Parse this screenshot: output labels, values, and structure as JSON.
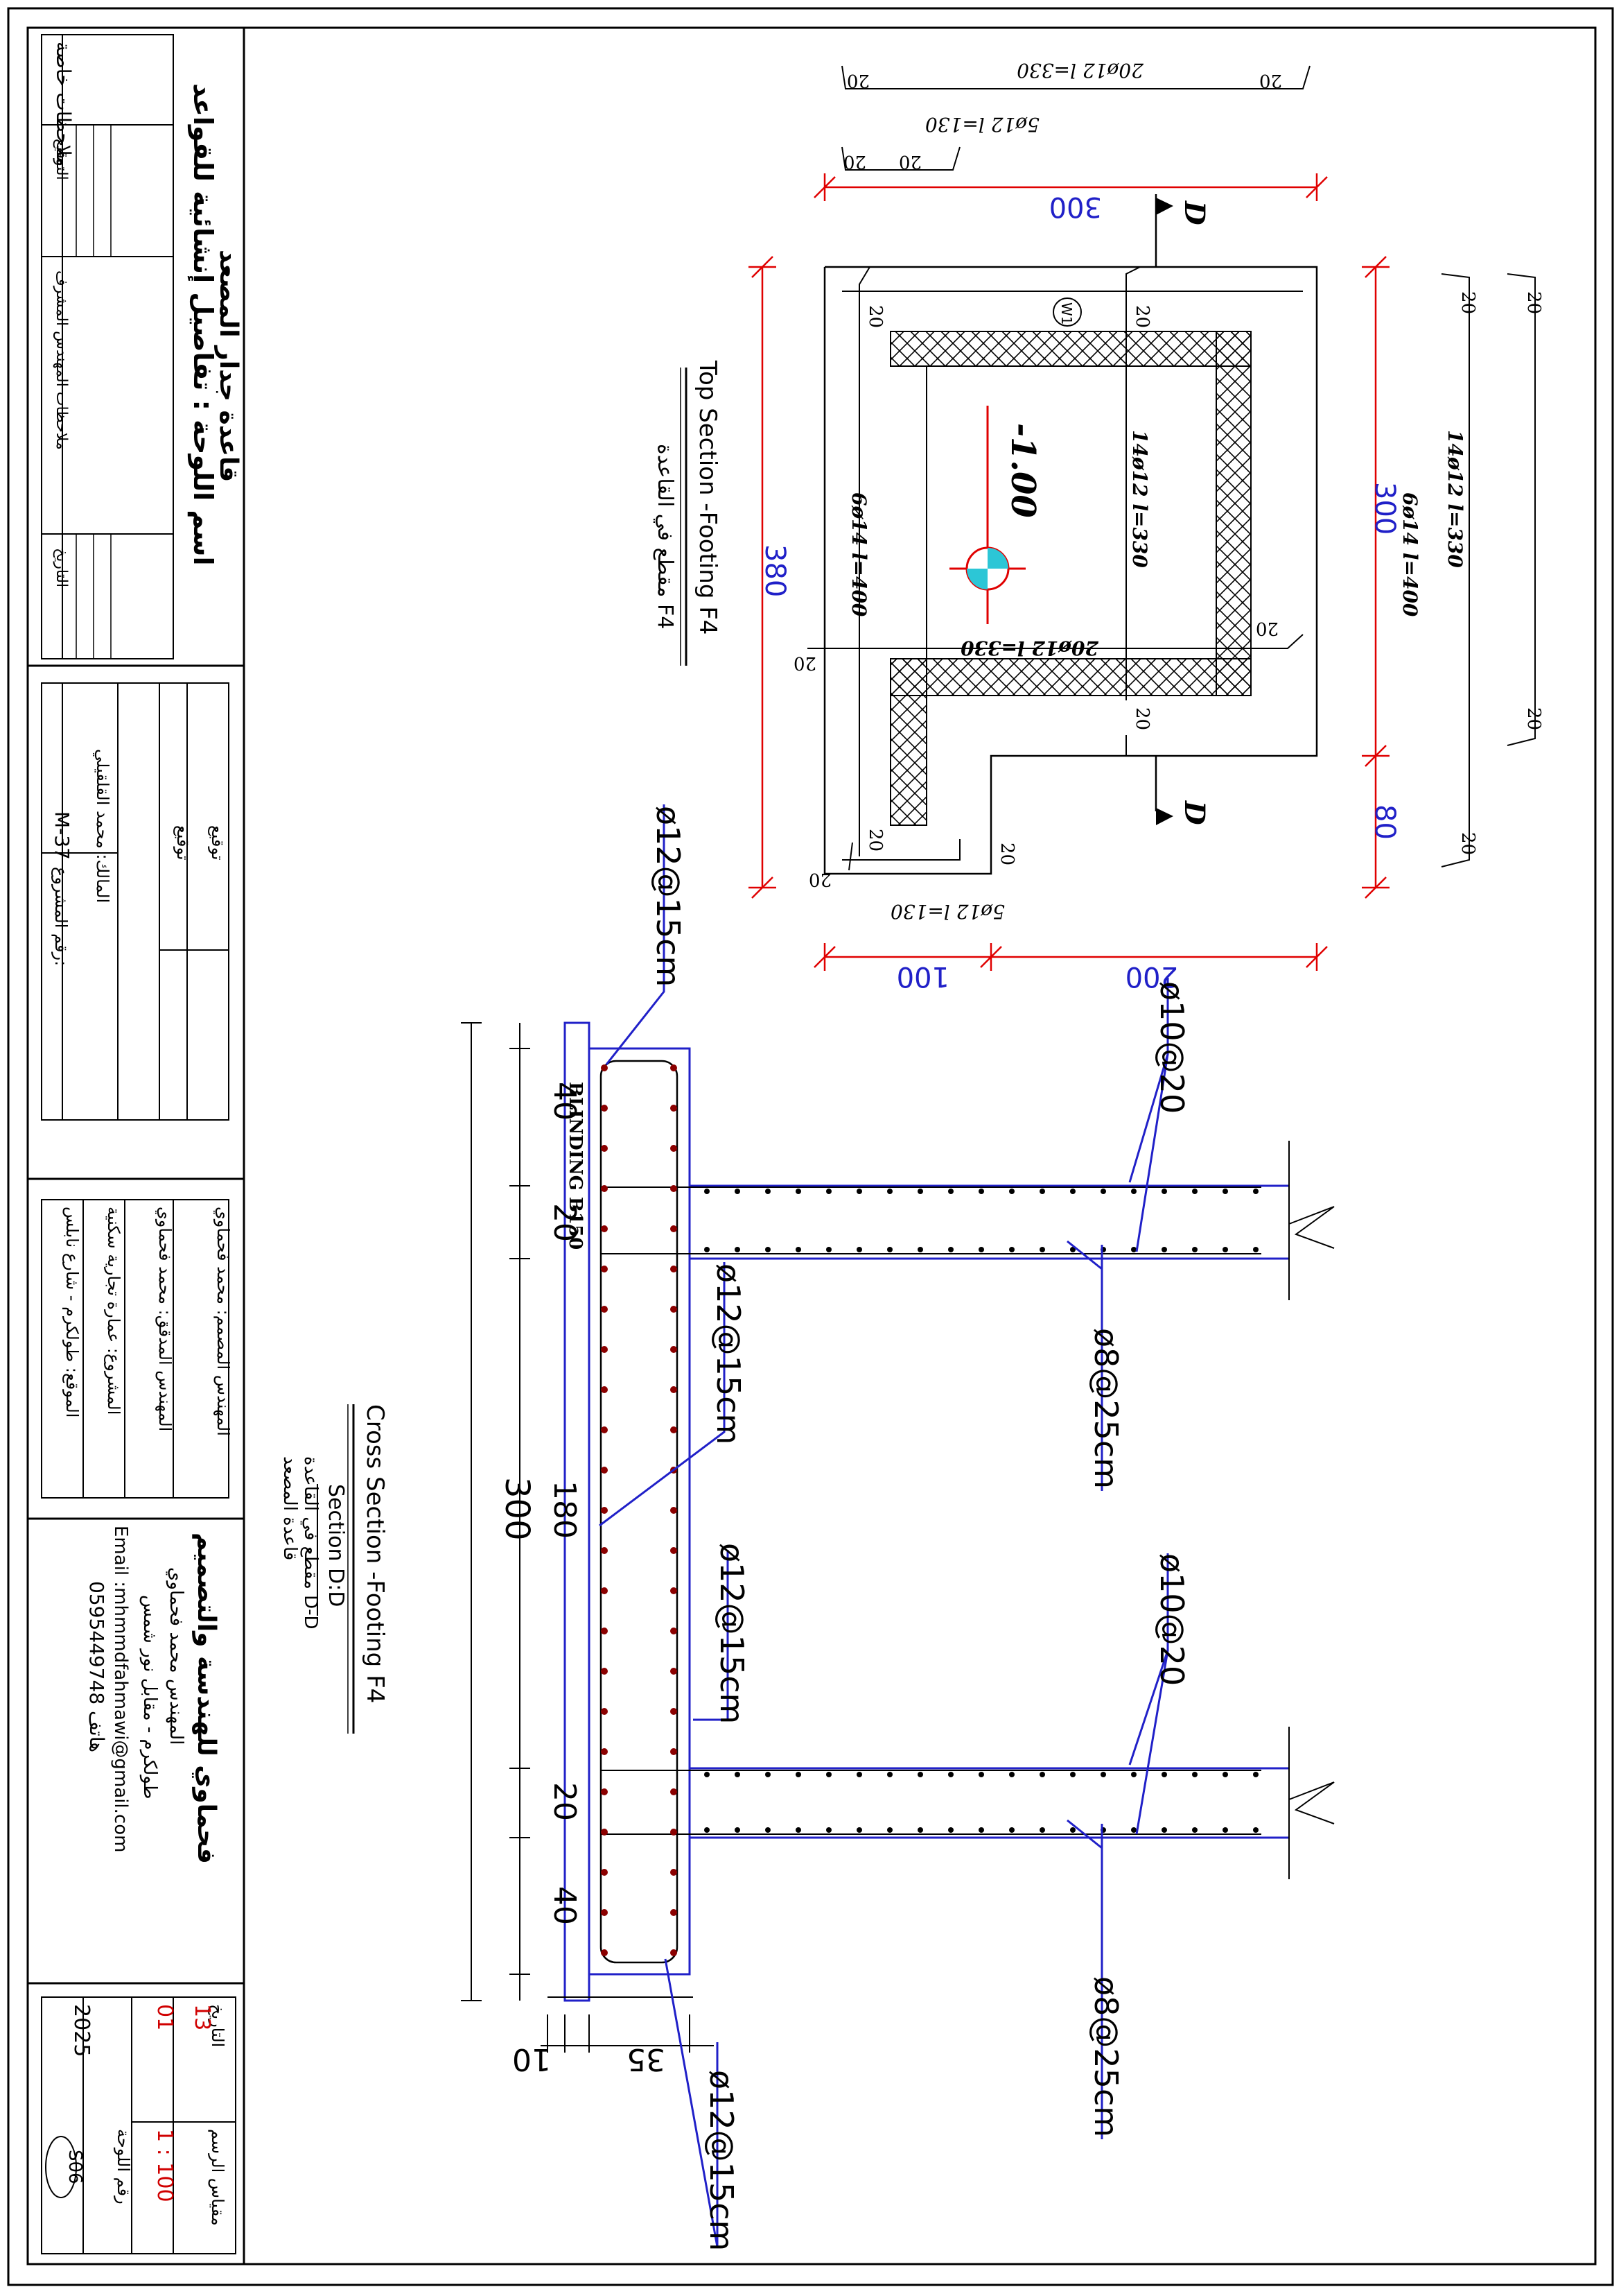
{
  "title_block": {
    "sheet_name": "اسم اللوحة : تفاصيل إنشائية للقواعد",
    "sheet_subname": "قاعدة جدار المصعد",
    "special_notes_label": "ملاحظات خاصة",
    "notes_label": "ملاحظات المهندس المشرف",
    "signature_label": "التوقيع",
    "date_label": "التاريخ",
    "signature_label_2": "توقيع",
    "signature_label_3": "توقيع",
    "owner_line": "المالك: محمد القلقيلي",
    "project_number_label": "رقم المشروع:",
    "project_number": "M-37",
    "designer_line": "المهندس المصمم: محمد فحماوي",
    "checker_line": "المهندس المدقق: محمد فحماوي",
    "project_line": "المشروع: عمارة تجارية سكنية",
    "location_line": "الموقع: طولكرم - شارع نابلس",
    "office_name": "فحماوي للهندسة والتصميم",
    "engineer_line": "المهندس محمد فحماوي",
    "address_line": "طولكرم - مقابل نور شمس",
    "email": "Email :mhmmdfahmawi@gmail.com",
    "phone": "هاتف 0595449748",
    "date_section_label": "التاريخ",
    "day": "13",
    "month": "01",
    "year": "2025",
    "scale_label": "مقياس الرسم",
    "scale": "1 : 100",
    "sheet_no_label": "رقم اللوحة",
    "sheet_no": "S06"
  },
  "plan": {
    "dims": {
      "top": "300",
      "left_total": "380",
      "right_upper": "300",
      "right_lower": "80",
      "bottom_left": "100",
      "bottom_right": "200"
    },
    "section_mark": "D",
    "level": "-1.00",
    "wall_tag": "W1",
    "bars": {
      "top_20phi12": "20ø12  l=330",
      "top_5phi12": "5ø12  l=130",
      "bottom_5phi12": "5ø12  l=130",
      "plan_14phi12": "14ø12  l=330",
      "plan_6phi14": "6ø14  l=400",
      "plan_20phi12": "20ø12  l=330",
      "side_14phi12": "14ø12  l=330",
      "side_6phi14": "6ø14  l=400"
    },
    "hook": "20",
    "title": "Top Section -Footing F4",
    "title_ar": "مقطع في القاعدة F4"
  },
  "section": {
    "callouts": {
      "c1": "ø12@15cm",
      "c2": "ø10@20",
      "c3": "ø12@15cm",
      "c4": "ø8@25cm",
      "c5": "ø12@15cm",
      "c6": "ø10@20",
      "c7": "ø8@25cm",
      "c8": "ø12@15cm"
    },
    "blinding": "BLINDING B150",
    "dims": {
      "d40a": "40",
      "d20a": "20",
      "d180": "180",
      "d20b": "20",
      "d40b": "40",
      "total": "300",
      "d10": "10",
      "d35": "35"
    },
    "title": "Cross Section -Footing F4",
    "sub": "Section D:D",
    "title_ar": "مقطع في القاعدة D-D",
    "title_ar2": "قاعدة المصعد"
  }
}
